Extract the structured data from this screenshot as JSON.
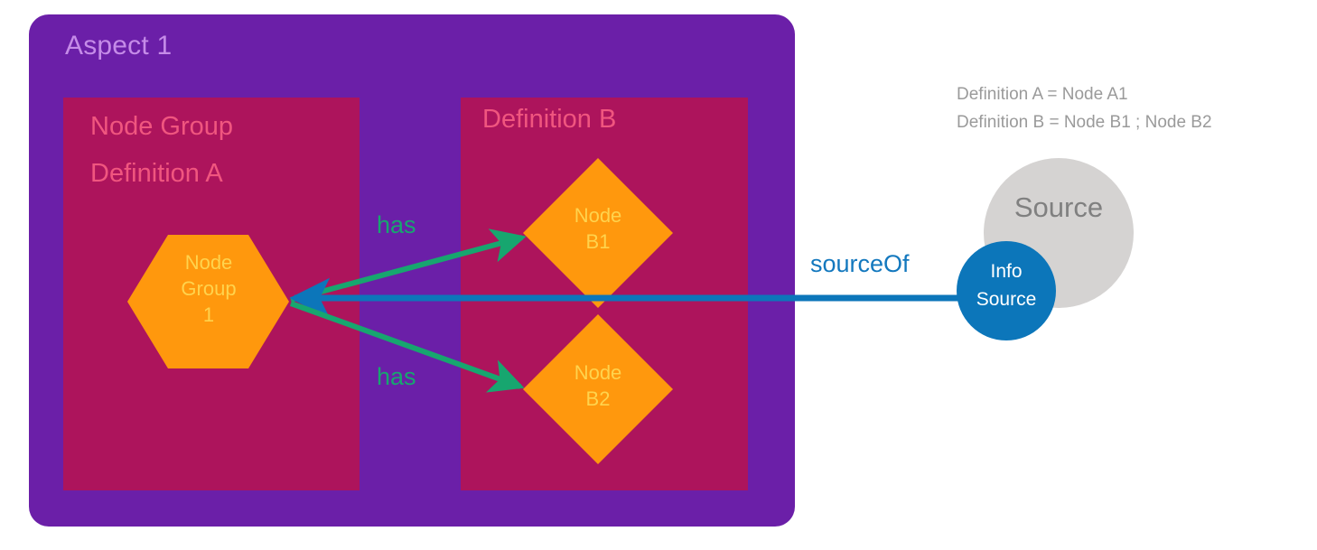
{
  "diagram": {
    "title": "Aspect 1",
    "aspect": {
      "label": "Aspect 1",
      "color": "#6B1FA8"
    },
    "groups": [
      {
        "name": "node-group-definition-a",
        "title_line1": "Node Group",
        "title_line2": "Definition A",
        "color": "#AD145C"
      },
      {
        "name": "definition-b",
        "title_line1": "Definition B",
        "color": "#AD145C"
      }
    ],
    "nodes": [
      {
        "name": "node-group-1",
        "shape": "hexagon",
        "label": "Node\nGroup\n1",
        "fill": "#FF980D",
        "text_color": "#FFD34D"
      },
      {
        "name": "node-b1",
        "shape": "diamond",
        "label": "Node\nB1",
        "fill": "#FF980D",
        "text_color": "#FFD34D"
      },
      {
        "name": "node-b2",
        "shape": "diamond",
        "label": "Node\nB2",
        "fill": "#FF980D",
        "text_color": "#FFD34D"
      },
      {
        "name": "source-circle",
        "shape": "circle",
        "label": "Source",
        "fill": "#D5D3D2",
        "text_color": "#808080"
      },
      {
        "name": "info-source-circle",
        "shape": "circle",
        "label": "Info\nSource",
        "fill": "#0C76BA",
        "text_color": "#FFFFFF"
      }
    ],
    "edges": [
      {
        "name": "edge-has-b1",
        "label": "has",
        "from": "node-group-1",
        "to": "node-b1",
        "color": "#17A66F"
      },
      {
        "name": "edge-has-b2",
        "label": "has",
        "from": "node-group-1",
        "to": "node-b2",
        "color": "#17A66F"
      },
      {
        "name": "edge-source-of",
        "label": "sourceOf",
        "from": "info-source-circle",
        "to": "node-group-1",
        "color": "#1378BE"
      }
    ],
    "legend": {
      "line1": "Definition A = Node A1",
      "line2": "Definition B = Node B1 ; Node B2",
      "color": "#9A9A9A"
    }
  }
}
